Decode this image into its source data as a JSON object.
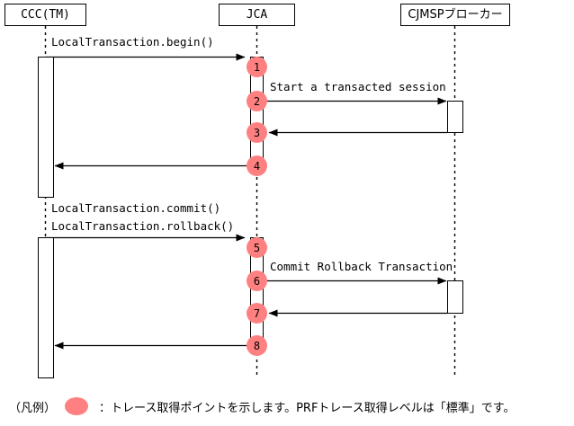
{
  "diagram": {
    "type": "uml-sequence-diagram",
    "colors": {
      "marker_fill": "#ff8080",
      "line": "#000000",
      "background": "#ffffff"
    },
    "participants": [
      {
        "id": "ccc",
        "label": "CCC(TM)"
      },
      {
        "id": "jca",
        "label": "JCA"
      },
      {
        "id": "broker",
        "label": "CJMSPブローカー"
      }
    ],
    "messages": [
      {
        "seq": 1,
        "label": "LocalTransaction.begin()",
        "from": "ccc",
        "to": "jca",
        "direction": "right"
      },
      {
        "seq": 2,
        "label": "Start a transacted session",
        "from": "jca",
        "to": "broker",
        "direction": "right"
      },
      {
        "seq": 3,
        "label": "",
        "from": "broker",
        "to": "jca",
        "direction": "left"
      },
      {
        "seq": 4,
        "label": "",
        "from": "jca",
        "to": "ccc",
        "direction": "left"
      },
      {
        "seq": 5,
        "label": "LocalTransaction.commit()",
        "label2": "LocalTransaction.rollback()",
        "from": "ccc",
        "to": "jca",
        "direction": "right"
      },
      {
        "seq": 6,
        "label": "Commit Rollback Transaction",
        "from": "jca",
        "to": "broker",
        "direction": "right"
      },
      {
        "seq": 7,
        "label": "",
        "from": "broker",
        "to": "jca",
        "direction": "left"
      },
      {
        "seq": 8,
        "label": "",
        "from": "jca",
        "to": "ccc",
        "direction": "left"
      }
    ],
    "markers": [
      {
        "seq": "1"
      },
      {
        "seq": "2"
      },
      {
        "seq": "3"
      },
      {
        "seq": "4"
      },
      {
        "seq": "5"
      },
      {
        "seq": "6"
      },
      {
        "seq": "7"
      },
      {
        "seq": "8"
      }
    ]
  },
  "legend": {
    "prefix": "（凡例）",
    "text": "：トレース取得ポイントを示します。PRFトレース取得レベルは「標準」です。"
  }
}
